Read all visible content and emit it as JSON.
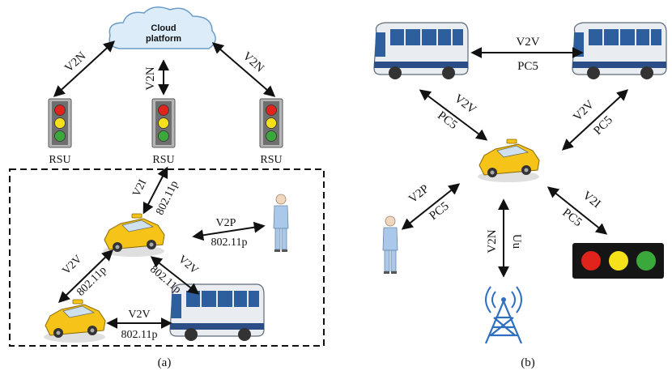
{
  "panel_a": {
    "caption": "(a)",
    "cloud_label_1": "Cloud",
    "cloud_label_2": "platform",
    "links": {
      "v2n_left": "V2N",
      "v2n_center": "V2N",
      "v2n_right": "V2N",
      "v2i_label": "V2I",
      "v2i_proto": "802.11p",
      "v2p_label": "V2P",
      "v2p_proto": "802.11p",
      "v2v_diag_left_label": "V2V",
      "v2v_diag_left_proto": "802.11p",
      "v2v_diag_right_label": "V2V",
      "v2v_diag_right_proto": "802.11p",
      "v2v_bottom_label": "V2V",
      "v2v_bottom_proto": "802.11p"
    },
    "rsu_labels": [
      "RSU",
      "RSU",
      "RSU"
    ]
  },
  "panel_b": {
    "caption": "(b)",
    "links": {
      "v2v_top_label": "V2V",
      "v2v_top_proto": "PC5",
      "v2v_left_label": "V2V",
      "v2v_left_proto": "PC5",
      "v2v_right_label": "V2V",
      "v2v_right_proto": "PC5",
      "v2p_label": "V2P",
      "v2p_proto": "PC5",
      "v2n_label": "V2N",
      "v2n_proto": "Uu",
      "v2i_label": "V2I",
      "v2i_proto": "PC5"
    }
  },
  "colors": {
    "cloud_fill": "#dcecf9",
    "cloud_stroke": "#6b9cc8",
    "taxi_yellow": "#f6c418",
    "bus_white": "#e9edf2",
    "bus_window": "#2d5f9e",
    "light_red": "#e0231b",
    "light_yellow": "#f5e01a",
    "light_green": "#3aa83a",
    "tower_blue": "#2e6fc0",
    "person_blue": "#a9c8ea"
  },
  "icons": [
    "cloud-icon",
    "traffic-light-icon",
    "taxi-icon",
    "bus-icon",
    "pedestrian-icon",
    "cell-tower-icon"
  ]
}
